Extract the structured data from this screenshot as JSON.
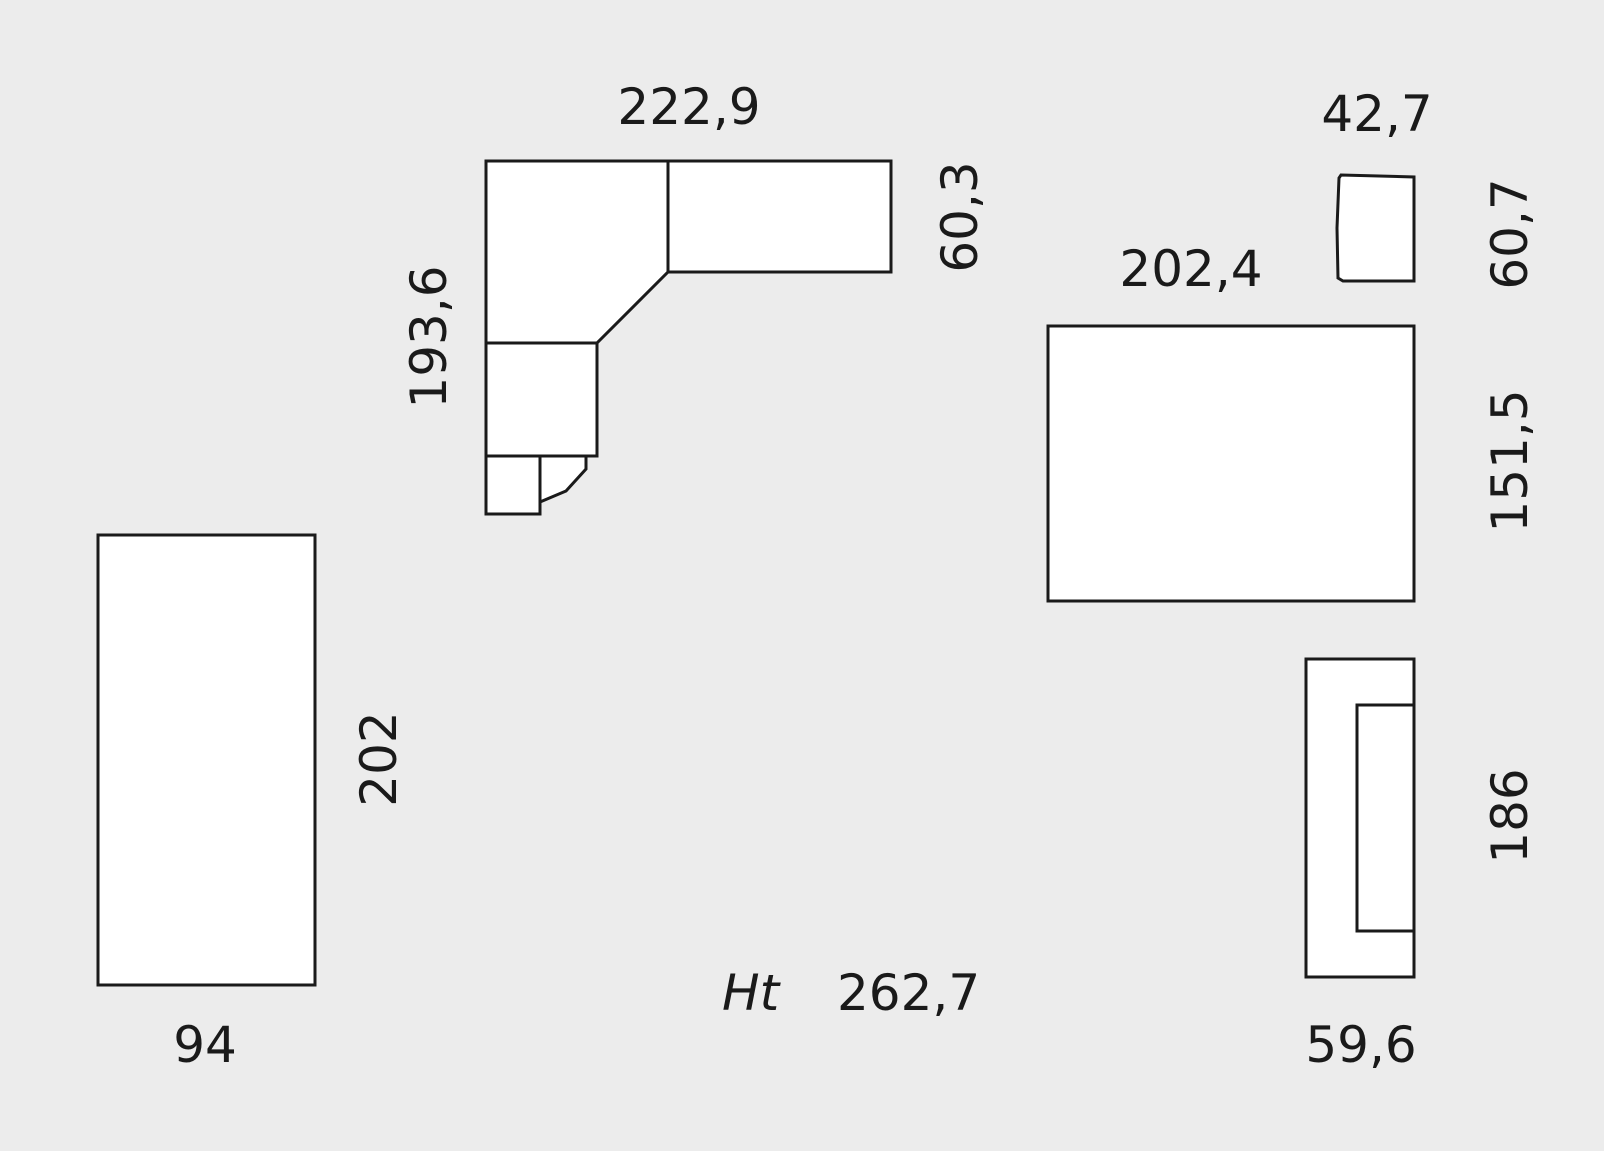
{
  "colors": {
    "background": "#ececec",
    "outline": "#1a1a1a",
    "fill": "#ffffff"
  },
  "dimensions": {
    "corner_sofa_width": "222,9",
    "corner_sofa_depth": "60,3",
    "corner_sofa_length": "193,6",
    "pouf_width": "42,7",
    "pouf_depth": "60,7",
    "rug_width": "202,4",
    "rug_depth": "151,5",
    "bed_length": "202",
    "bed_width": "94",
    "console_length": "186",
    "console_width": "59,6",
    "height_label": "Ht",
    "height_value": "262,7"
  }
}
